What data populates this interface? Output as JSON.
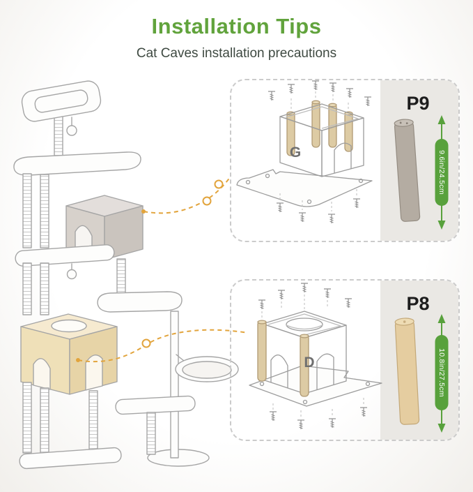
{
  "header": {
    "title": "Installation Tips",
    "subtitle": "Cat Caves installation precautions"
  },
  "panels": [
    {
      "part_code": "P9",
      "part_letter": "G",
      "measurement": "9.6in/24.5cm"
    },
    {
      "part_code": "P8",
      "part_letter": "D",
      "measurement": "10.8in/27.5cm"
    }
  ],
  "colors": {
    "title_green": "#61a33c",
    "measure_green": "#58a13c",
    "connector_orange": "#e2a43c",
    "post_p9_gray": "#b4aca2",
    "post_p8_beige": "#e5cda0",
    "panel_shade": "#eae8e4",
    "panel_border": "#cbcbcb"
  }
}
